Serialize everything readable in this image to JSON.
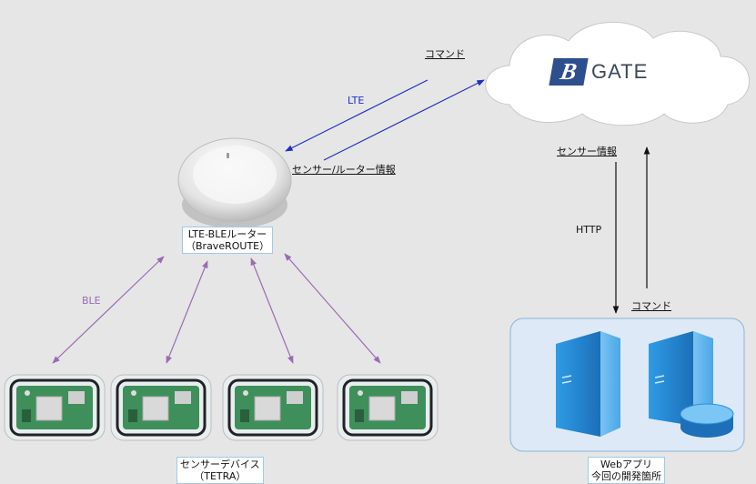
{
  "cloud": {
    "logo_mark": "B",
    "logo_text": "GATE"
  },
  "labels": {
    "command_top": "コマンド",
    "lte": "LTE",
    "sensor_router_info": "センサー/ルーター情報",
    "sensor_info": "センサー情報",
    "http": "HTTP",
    "command_right": "コマンド",
    "ble": "BLE"
  },
  "router": {
    "name_line1": "LTE-BLEルーター",
    "name_line2": "（BraveROUTE）"
  },
  "sensors": {
    "name_line1": "センサーデバイス",
    "name_line2": "（TETRA）"
  },
  "webapp": {
    "name_line1": "Webアプリ",
    "name_line2": "今回の開発箇所"
  },
  "colors": {
    "lte_arrow": "#1f2fbf",
    "ble_arrow": "#9a6bb3",
    "http_arrow": "#111111",
    "server_box_fill": "#dde9f6",
    "server_box_stroke": "#8ab4dc",
    "server_blue": "#2b8fd6"
  },
  "icons": [
    "cloud-icon",
    "bvgate-logo-icon",
    "router-icon",
    "sensor-device-icon",
    "server-icon",
    "database-icon"
  ]
}
